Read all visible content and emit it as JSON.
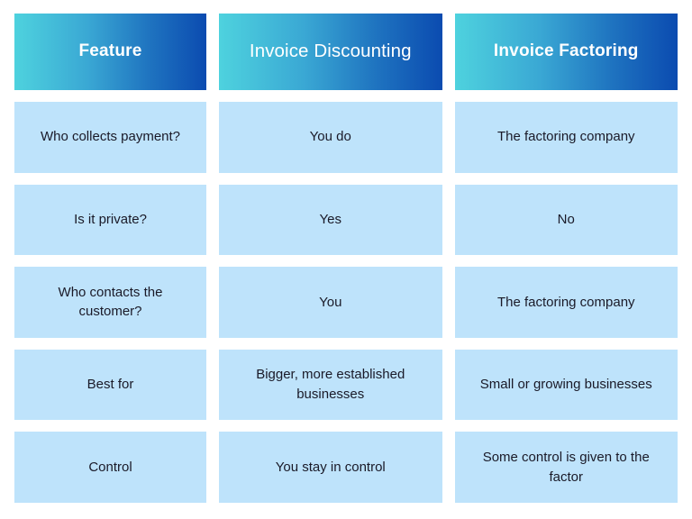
{
  "table": {
    "columns": [
      {
        "label": "Feature",
        "style": "bold"
      },
      {
        "label": "Invoice Discounting",
        "style": "regular"
      },
      {
        "label": "Invoice Factoring",
        "style": "bold"
      }
    ],
    "rows": [
      {
        "feature": "Who collects payment?",
        "invoice_discounting": "You do",
        "invoice_factoring": "The factoring company"
      },
      {
        "feature": "Is it private?",
        "invoice_discounting": "Yes",
        "invoice_factoring": "No"
      },
      {
        "feature": "Who contacts the customer?",
        "invoice_discounting": "You",
        "invoice_factoring": "The factoring company"
      },
      {
        "feature": "Best for",
        "invoice_discounting": "Bigger, more established businesses",
        "invoice_factoring": "Small or growing businesses"
      },
      {
        "feature": "Control",
        "invoice_discounting": "You stay in control",
        "invoice_factoring": "Some control is given to the factor"
      }
    ]
  },
  "colors": {
    "header_gradient_start": "#4ed2de",
    "header_gradient_end": "#0b4bb0",
    "header_text": "#ffffff",
    "body_cell_background": "#bee3fb",
    "body_text": "#1a1a28",
    "page_background": "#ffffff"
  }
}
